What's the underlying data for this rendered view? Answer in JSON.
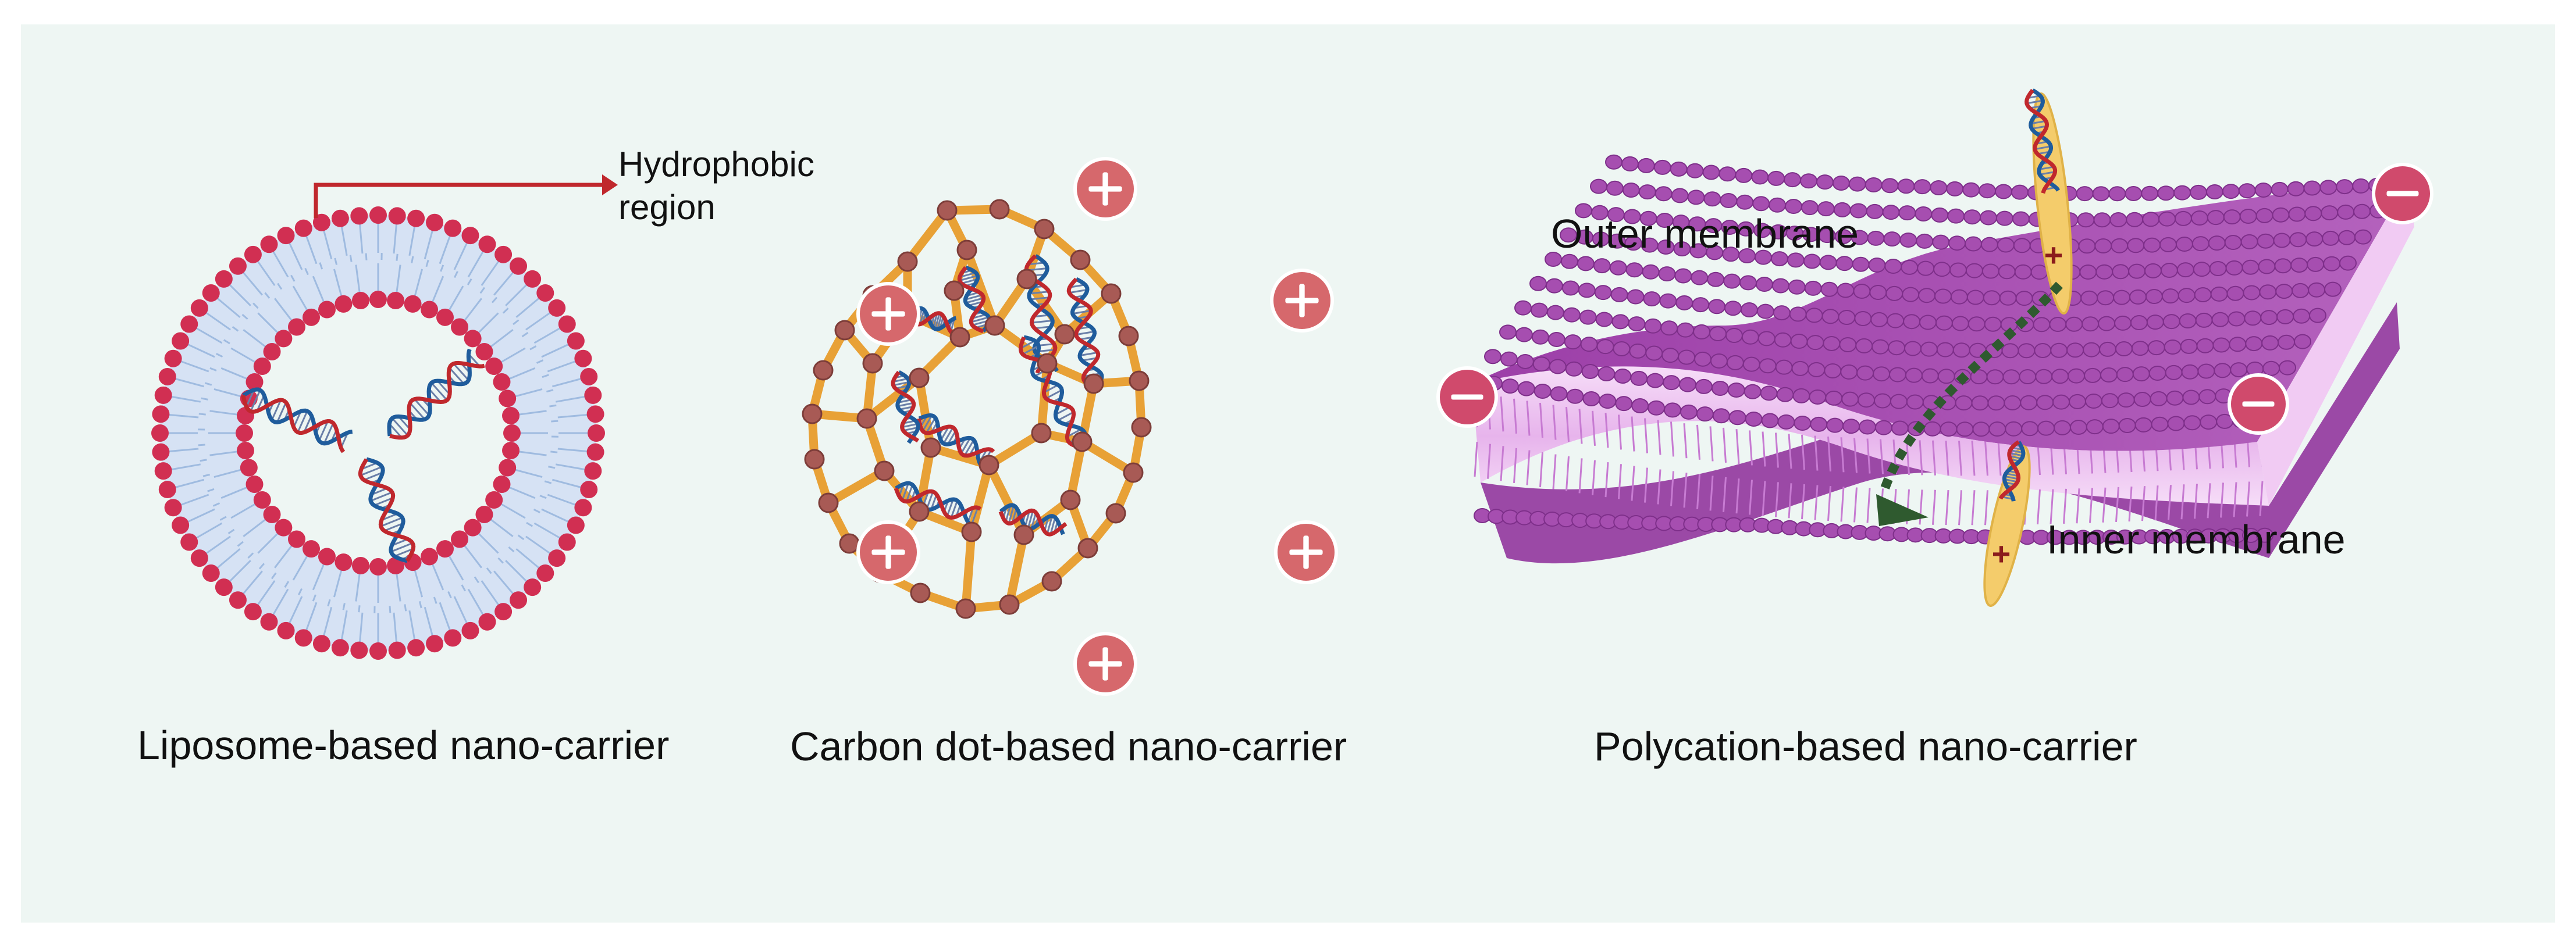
{
  "panels": [
    {
      "caption": "Liposome-based nano-carrier"
    },
    {
      "caption": "Carbon dot-based nano-carrier"
    },
    {
      "caption": "Polycation-based nano-carrier"
    }
  ],
  "liposome": {
    "annotation_line1": "Hydrophobic",
    "annotation_line2": "region"
  },
  "membrane": {
    "outer_label": "Outer membrane",
    "inner_label": "Inner membrane"
  },
  "colors": {
    "background": "#eef6f3",
    "head": "#d12f52",
    "tail": "#9fbbe0",
    "liposome_fill": "#d6e2f4",
    "carbon_bond": "#e8a136",
    "carbon_atom": "#a85a55",
    "positive_charge": "#d6686c",
    "negative_charge": "#d04a6c",
    "dna_strand_a": "#c0282d",
    "dna_strand_b": "#1f5c9c",
    "membrane": "#a64eb0",
    "membrane_light": "#f1cbf3",
    "polycation": "#f4cc6b",
    "arrow": "#2f5a2f",
    "annotation_arrow": "#c0282d"
  }
}
